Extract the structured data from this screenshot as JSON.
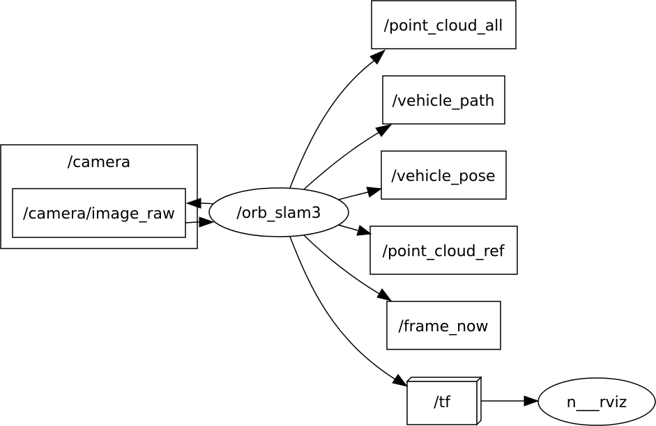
{
  "nodes": {
    "camera_namespace": "/camera",
    "camera_image_raw": "/camera/image_raw",
    "orb_slam3": "/orb_slam3",
    "point_cloud_all": "/point_cloud_all",
    "vehicle_path": "/vehicle_path",
    "vehicle_pose": "/vehicle_pose",
    "point_cloud_ref": "/point_cloud_ref",
    "frame_now": "/frame_now",
    "tf": "/tf",
    "rviz": "n___rviz"
  },
  "edges": [
    {
      "from": "orb_slam3",
      "to": "camera_image_raw"
    },
    {
      "from": "camera_image_raw",
      "to": "orb_slam3"
    },
    {
      "from": "orb_slam3",
      "to": "point_cloud_all"
    },
    {
      "from": "orb_slam3",
      "to": "vehicle_path"
    },
    {
      "from": "orb_slam3",
      "to": "vehicle_pose"
    },
    {
      "from": "orb_slam3",
      "to": "point_cloud_ref"
    },
    {
      "from": "orb_slam3",
      "to": "frame_now"
    },
    {
      "from": "orb_slam3",
      "to": "tf"
    },
    {
      "from": "tf",
      "to": "rviz"
    }
  ]
}
